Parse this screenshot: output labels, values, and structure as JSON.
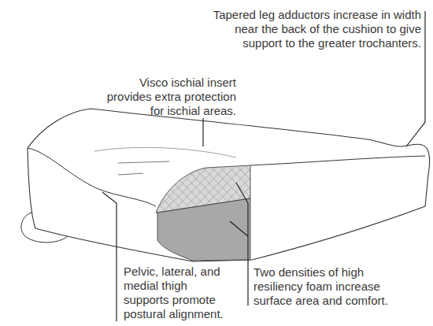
{
  "diagram": {
    "labels": [
      "Tapered leg adductors increase in width near the back of the cushion to give support to the greater trochanters.",
      "Visco ischial insert provides extra protection for ischial areas.",
      "Pelvic, lateral, and medial thigh supports promote postural alignment.",
      "Two densities of high resiliency foam increase surface area and comfort."
    ]
  }
}
